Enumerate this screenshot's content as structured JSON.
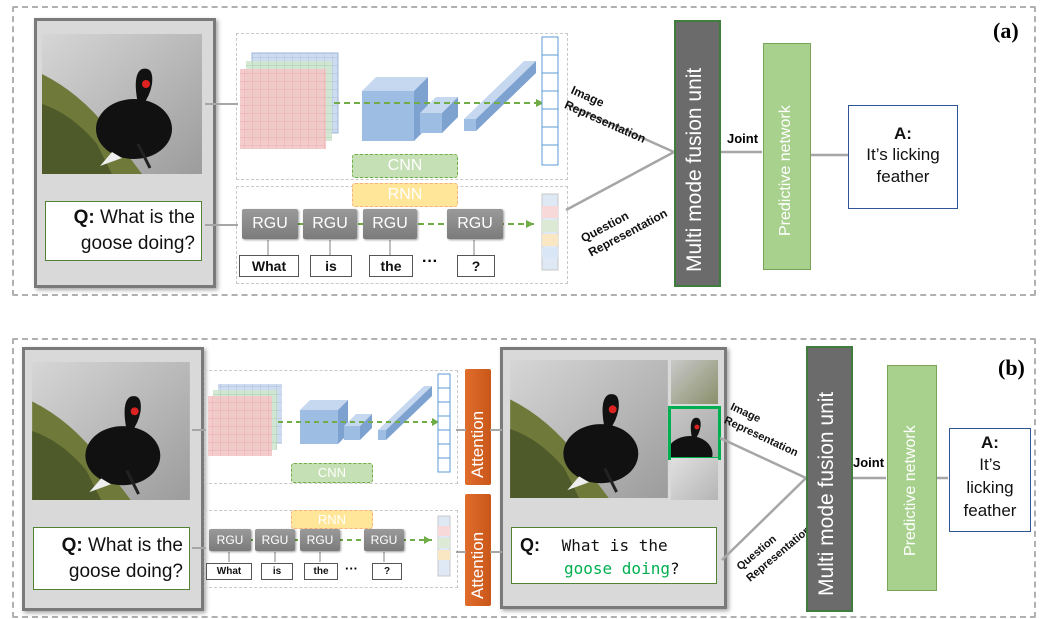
{
  "panel_a": {
    "label": "(a)",
    "question_prefix": "Q:",
    "question_text": "What is the goose doing?",
    "cnn_label": "CNN",
    "rnn_label": "RNN",
    "rgu_labels": [
      "RGU",
      "RGU",
      "RGU",
      "RGU"
    ],
    "words": [
      "What",
      "is",
      "the",
      "?"
    ],
    "ellipsis": "···",
    "image_rep": "Image Representation",
    "question_rep": "Question Representation",
    "fusion_label": "Multi mode fusion unit",
    "joint_label": "Joint",
    "predictive_label": "Predictive network",
    "answer_prefix": "A:",
    "answer_text": "It’s licking feather"
  },
  "panel_b": {
    "label": "(b)",
    "question_prefix": "Q:",
    "question_text": "What is the goose doing?",
    "cnn_label": "CNN",
    "rnn_label": "RNN",
    "rgu_labels": [
      "RGU",
      "RGU",
      "RGU",
      "RGU"
    ],
    "words": [
      "What",
      "is",
      "the",
      "?"
    ],
    "ellipsis": "···",
    "attention_label": "Attention",
    "attn_q_prefix": "Q:",
    "attn_q_plain": "What is the",
    "attn_q_highlight": "goose doing",
    "attn_q_suffix": "?",
    "image_rep": "Image Representation",
    "question_rep": "Question Representation",
    "fusion_label": "Multi mode fusion unit",
    "joint_label": "Joint",
    "predictive_label": "Predictive network",
    "answer_prefix": "A:",
    "answer_text": "It’s licking feather"
  },
  "colors": {
    "highlight": "#00b050",
    "predictive": "#a9d18e",
    "fusion": "#6b6b6b",
    "attention": "#e06d2c",
    "flow_arrow": "#70ad47"
  }
}
